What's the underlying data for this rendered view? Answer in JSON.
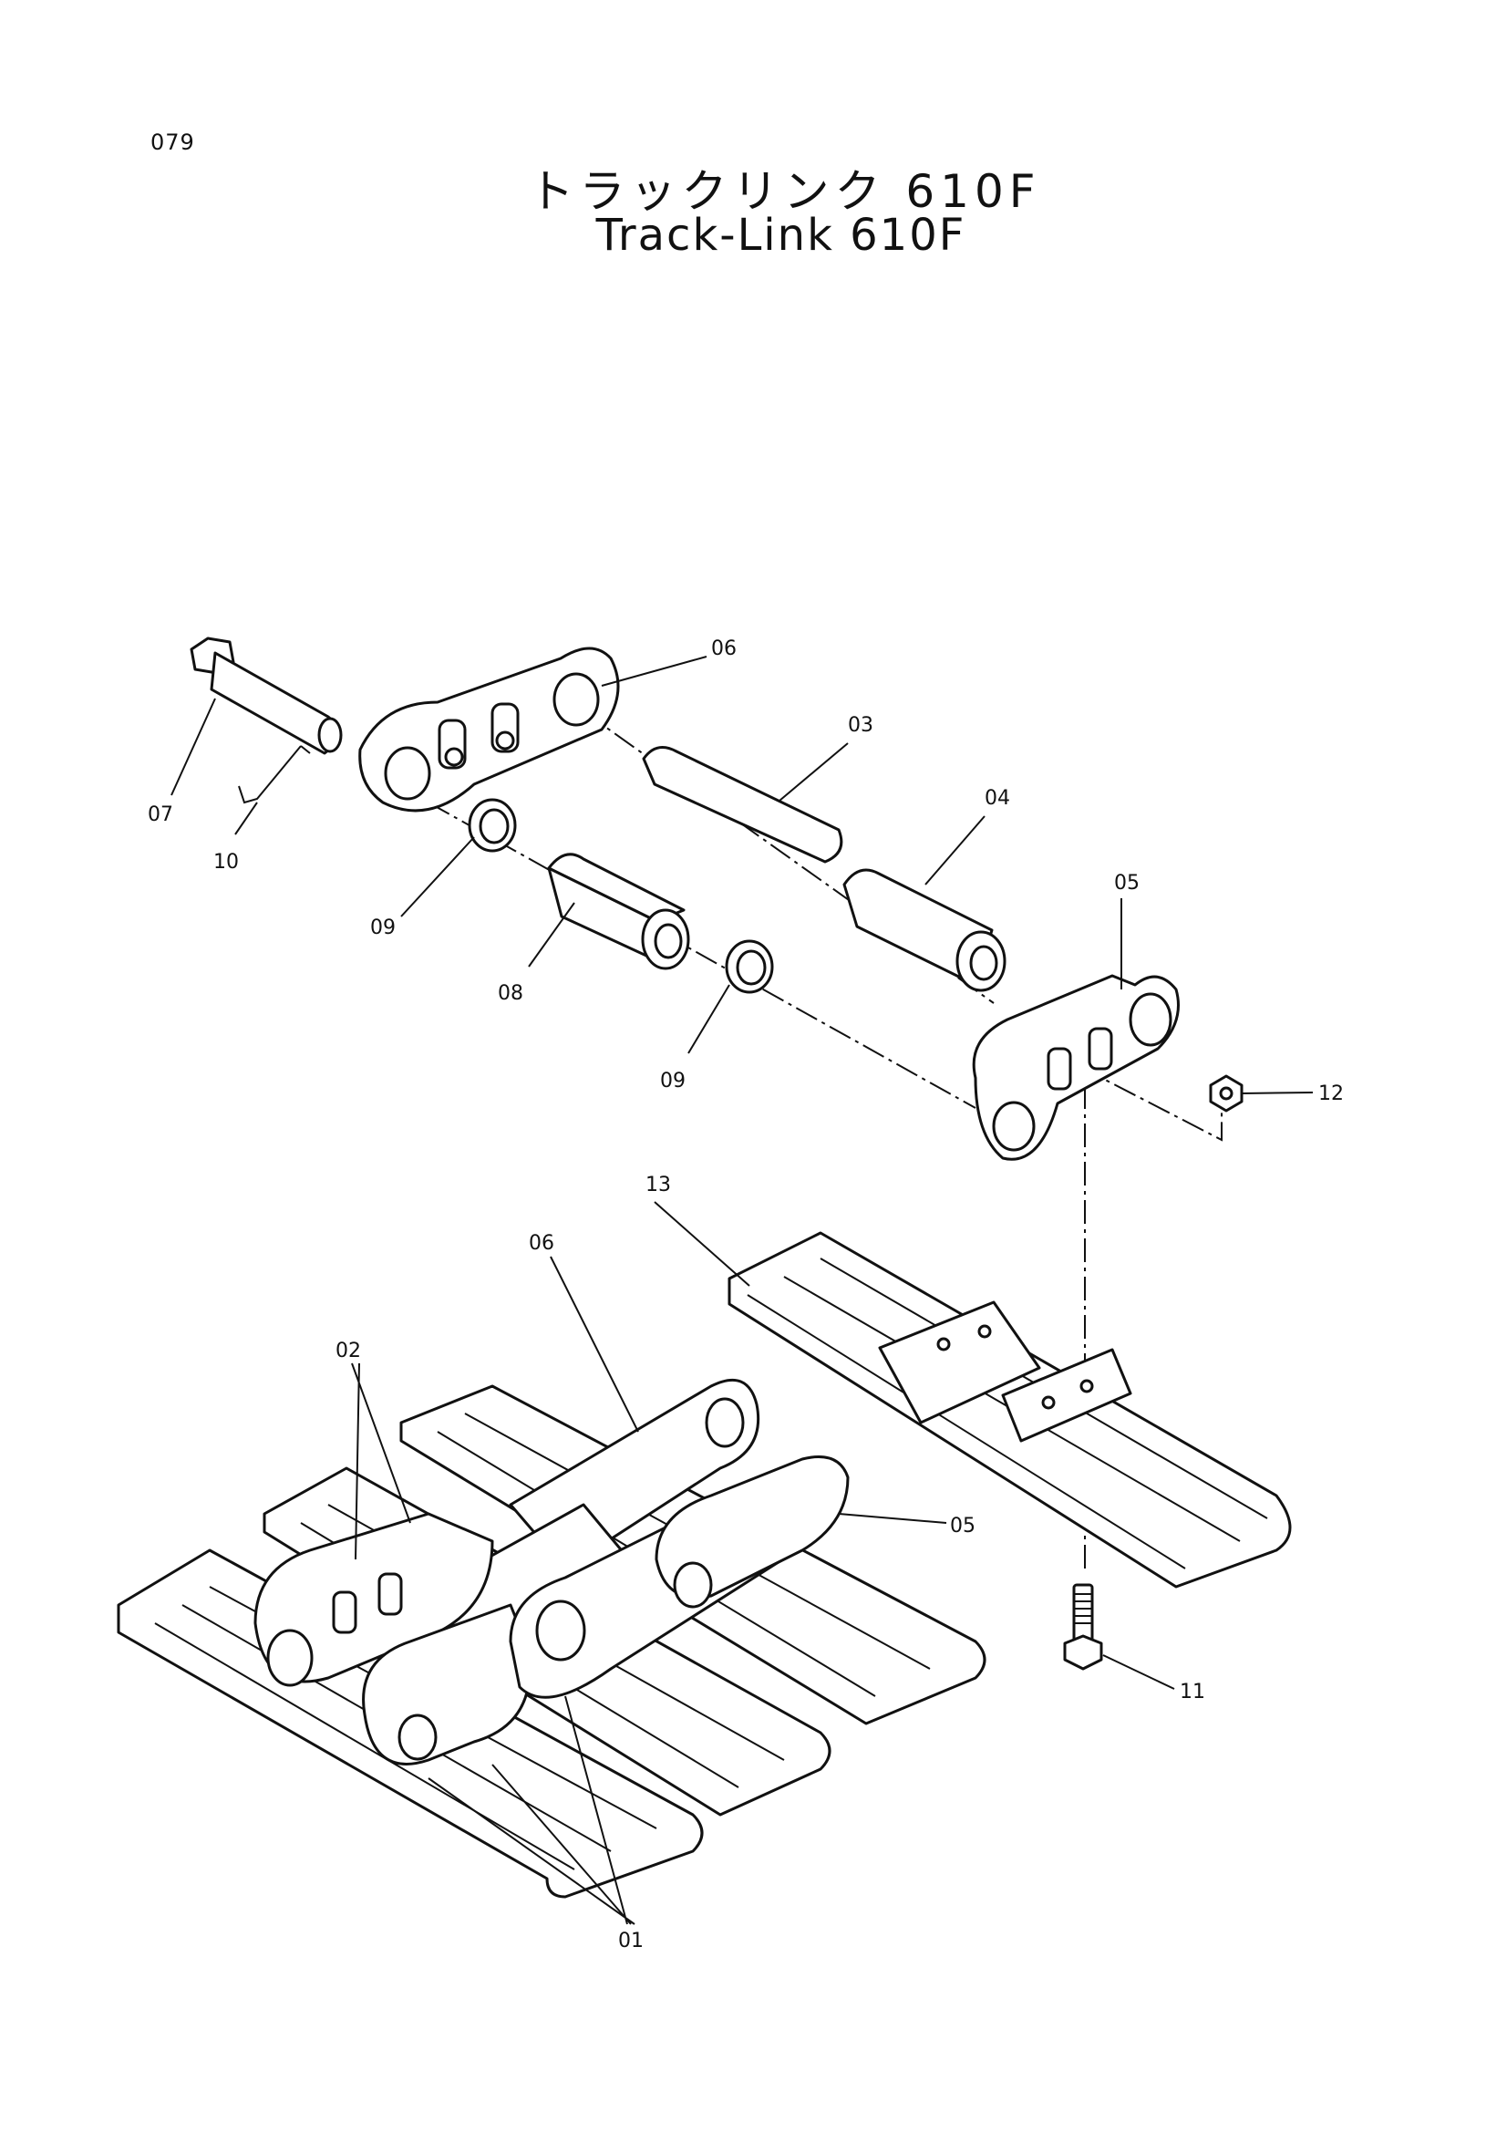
{
  "page_number": "079",
  "title_japanese": "トラックリンク 610F",
  "title_english": "Track-Link 610F",
  "callouts": {
    "c06_top": "06",
    "c03": "03",
    "c04": "04",
    "c05_top": "05",
    "c07": "07",
    "c10": "10",
    "c09_left": "09",
    "c08": "08",
    "c09_right": "09",
    "c12": "12",
    "c13": "13",
    "c06_bottom": "06",
    "c02": "02",
    "c05_bottom": "05",
    "c11": "11",
    "c01": "01"
  }
}
